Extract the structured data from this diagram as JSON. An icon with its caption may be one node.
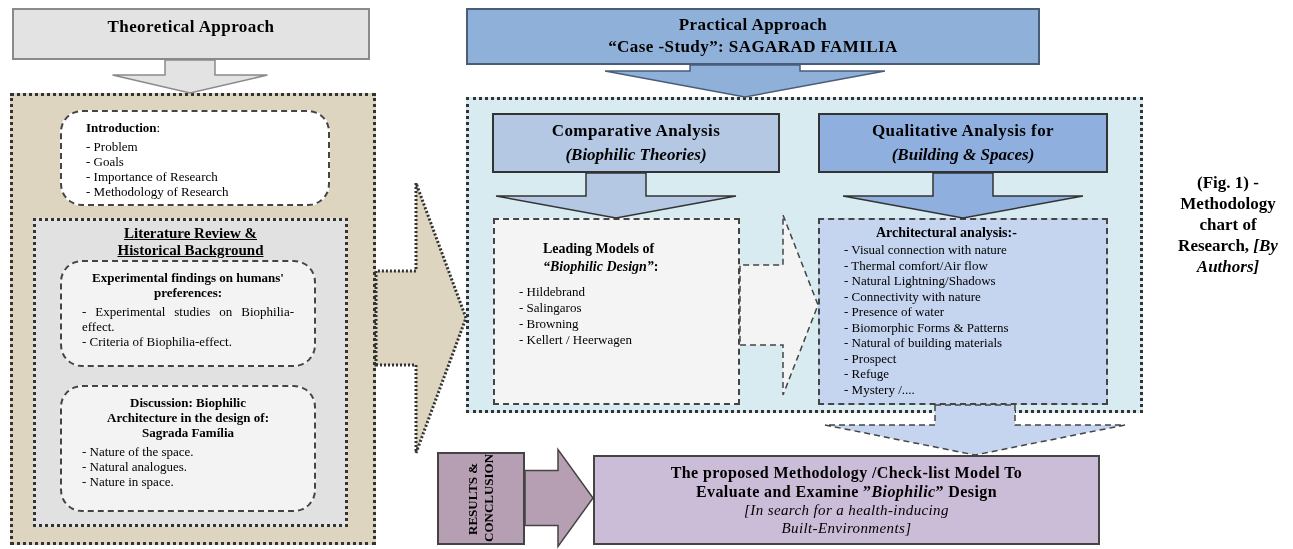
{
  "diagram": {
    "caption": "(Fig. 1) - Methodology chart of Research, *[By Authors]*",
    "nodes": [
      {
        "text": [
          "Theoretical Approach"
        ]
      },
      {
        "text": [],
        "shape": "box"
      },
      {
        "text": [
          "**Introduction**:",
          "- Problem",
          "- Goals",
          "- Importance of Research",
          "- Methodology of Research"
        ],
        "in": 1
      },
      {
        "text": [
          "Literature Review & Historical Background"
        ],
        "in": 1
      },
      {
        "text": [
          "Experimental findings on humans' preferences:",
          "- Experimental studies on Biophilia-effect.",
          "- Criteria of Biophilia-effect."
        ],
        "in": 3
      },
      {
        "text": [
          "Discussion: Biophilic Architecture in the design of: Sagrada Família",
          "- Nature of the space.",
          "- Natural analogues.",
          "- Nature in space."
        ],
        "in": 3
      },
      {
        "text": [
          "Practical Approach",
          "“Case -Study”: SAGARAD FAMILIA"
        ]
      },
      {
        "text": [],
        "shape": "box"
      },
      {
        "text": [
          "Comparative Analysis",
          "(Biophilic Theories)"
        ],
        "in": 7
      },
      {
        "text": [
          "Qualitative Analysis for",
          "(Building & Spaces)"
        ],
        "in": 7
      },
      {
        "text": [
          "Leading Models of *“Biophilic Design”*:",
          "- Hildebrand",
          "- Salingaros",
          "- Browning",
          "- Kellert / Heerwagen"
        ],
        "in": 7
      },
      {
        "text": [
          "Architectural analysis:-",
          "- Visual connection with nature",
          "- Thermal comfort/Air flow",
          "- Natural Lightning/Shadows",
          "- Connectivity with nature",
          "- Presence of water",
          "- Biomorphic Forms & Patterns",
          "- Natural of building materials",
          "- Prospect",
          "- Refuge",
          "- Mystery /...."
        ],
        "in": 7
      },
      {
        "text": [
          "RESULTS & CONCLUSION"
        ]
      },
      {
        "text": [
          "The proposed Methodology /Check-list Model To Evaluate and Examine ”*Biophilic*” Design",
          "[In search for a health-inducing Built-Environments]"
        ]
      }
    ],
    "edges": [
      {
        "from": 0,
        "to": 1,
        "arrow": "to"
      },
      {
        "from": 1,
        "to": 7,
        "arrow": "to",
        "style": "dashed"
      },
      {
        "from": 6,
        "to": 7,
        "arrow": "to"
      },
      {
        "from": 8,
        "to": 10,
        "arrow": "to"
      },
      {
        "from": 9,
        "to": 11,
        "arrow": "to"
      },
      {
        "from": 10,
        "to": 11,
        "arrow": "to",
        "style": "dashed"
      },
      {
        "from": 11,
        "to": 13,
        "arrow": "to",
        "style": "dashed"
      },
      {
        "from": 12,
        "to": 13,
        "arrow": "to"
      }
    ]
  }
}
